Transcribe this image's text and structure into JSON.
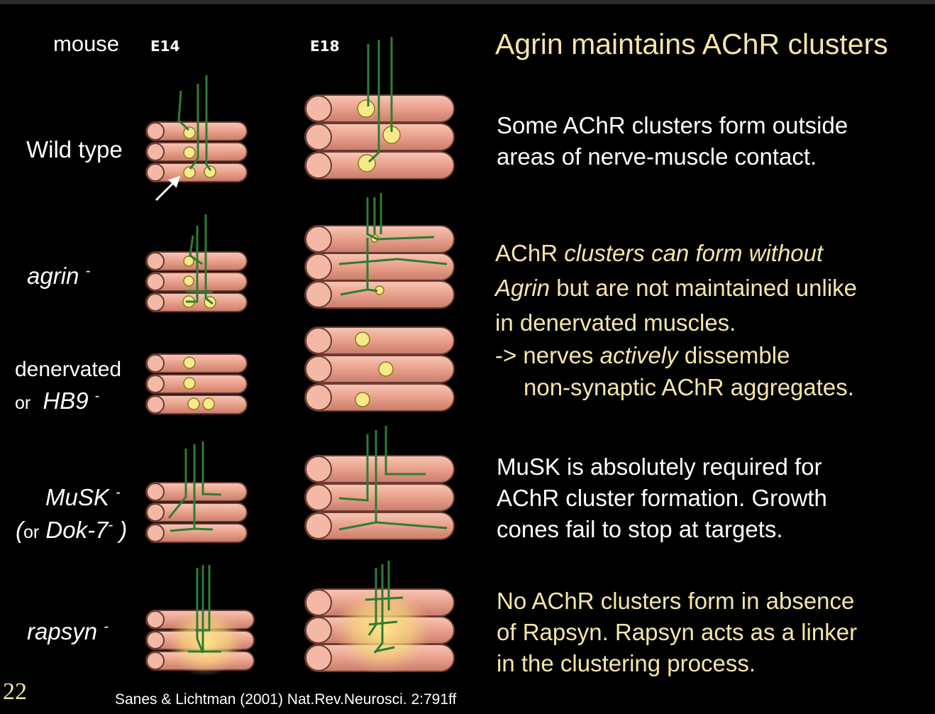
{
  "slide": {
    "title": "Agrin maintains AChR clusters",
    "species": "mouse",
    "stage_e14": "E14",
    "stage_e18": "E18",
    "slide_number": "22",
    "citation": "Sanes & Lichtman (2001) Nat.Rev.Neurosci. 2:791ff"
  },
  "rows": {
    "wildtype": "Wild type",
    "agrin": "agrin",
    "denervated": "denervated",
    "or": "or",
    "hb9": "HB9",
    "musk": "MuSK",
    "dok7": "Dok-7",
    "rapsyn": "rapsyn",
    "minus": "-"
  },
  "text": {
    "p1_l1": "Some AChR clusters form outside",
    "p1_l2": "areas of nerve-muscle contact.",
    "p2_a": "AChR",
    "p2_b": "clusters can form without",
    "p2_c": "Agrin",
    "p2_d": "but are not maintained unlike",
    "p2_l3": "in denervated muscles.",
    "p2_e": "-> nerves",
    "p2_f": "actively",
    "p2_g": "dissemble",
    "p2_l5": "non-synaptic AChR aggregates.",
    "p3_l1": "MuSK is absolutely required for",
    "p3_l2": "AChR cluster formation. Growth",
    "p3_l3": "cones fail to stop at targets.",
    "p4_l1": "No AChR clusters form in absence",
    "p4_l2": "of Rapsyn. Rapsyn acts as a linker",
    "p4_l3": "in the clustering process."
  },
  "colors": {
    "background": "#000000",
    "muscle": "#e8a28e",
    "muscle_edge": "#6b3a30",
    "nerve": "#2e7d32",
    "cluster": "#f7e98a",
    "title": "#f5e6a8"
  }
}
